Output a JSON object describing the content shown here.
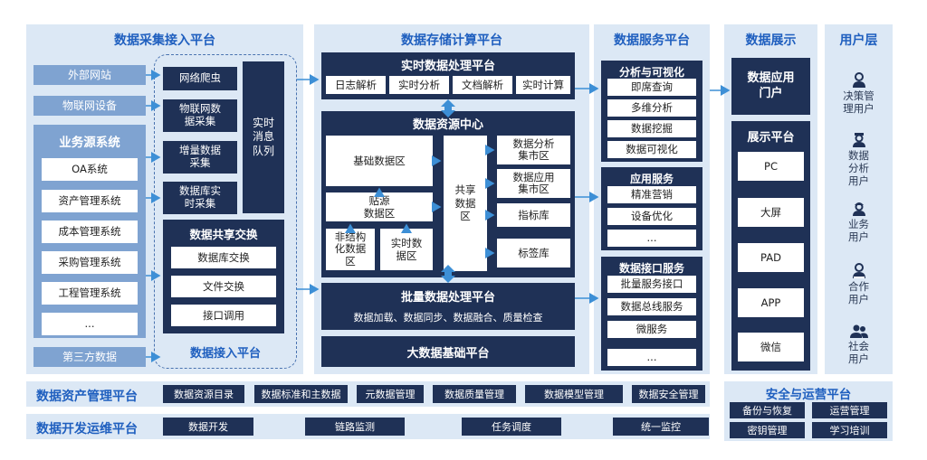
{
  "collection": {
    "title": "数据采集接入平台",
    "sources": [
      "外部网站",
      "物联网设备"
    ],
    "business_title": "业务源系统",
    "business_items": [
      "OA系统",
      "资产管理系统",
      "成本管理系统",
      "采购管理系统",
      "工程管理系统",
      "..."
    ],
    "third_party": "第三方数据",
    "methods": [
      "网络爬虫",
      "物联网数\n据采集",
      "增量数据\n采集",
      "数据库实\n时采集"
    ],
    "queue": "实时\n消息\n队列",
    "exchange_title": "数据共享交换",
    "exchange_items": [
      "数据库交换",
      "文件交换",
      "接口调用"
    ],
    "access_title": "数据接入平台"
  },
  "storage": {
    "title": "数据存储计算平台",
    "realtime_title": "实时数据处理平台",
    "realtime_items": [
      "日志解析",
      "实时分析",
      "文档解析",
      "实时计算"
    ],
    "center_title": "数据资源中心",
    "basic_zone": "基础数据区",
    "source_zone": "贴源\n数据区",
    "unstructured_zone": "非结构\n化数据\n区",
    "realtime_zone": "实时数\n据区",
    "shared_zone": "共享\n数据\n区",
    "marts": [
      "数据分析\n集市区",
      "数据应用\n集市区",
      "指标库",
      "标签库"
    ],
    "batch_title": "批量数据处理平台",
    "batch_desc": "数据加载、数据同步、数据融合、质量检查",
    "base_title": "大数据基础平台"
  },
  "service": {
    "title": "数据服务平台",
    "analysis_title": "分析与可视化",
    "analysis_items": [
      "即席查询",
      "多维分析",
      "数据挖掘",
      "数据可视化"
    ],
    "app_title": "应用服务",
    "app_items": [
      "精准营销",
      "设备优化",
      "..."
    ],
    "api_title": "数据接口服务",
    "api_items": [
      "批量服务接口",
      "数据总线服务",
      "微服务",
      "..."
    ]
  },
  "display": {
    "title": "数据展示",
    "portal": "数据应用\n门户",
    "platform_title": "展示平台",
    "platform_items": [
      "PC",
      "大屏",
      "PAD",
      "APP",
      "微信"
    ]
  },
  "users": {
    "title": "用户层",
    "items": [
      {
        "label": "决策管\n理用户",
        "icon": "decision-user-icon"
      },
      {
        "label": "数据\n分析\n用户",
        "icon": "analyst-user-icon"
      },
      {
        "label": "业务\n用户",
        "icon": "business-user-icon"
      },
      {
        "label": "合作\n用户",
        "icon": "partner-user-icon"
      },
      {
        "label": "社会\n用户",
        "icon": "public-users-icon"
      }
    ]
  },
  "asset": {
    "title": "数据资产管理平台",
    "items": [
      "数据资源目录",
      "数据标准和主数据",
      "元数据管理",
      "数据质量管理",
      "数据模型管理",
      "数据安全管理"
    ]
  },
  "devops": {
    "title": "数据开发运维平台",
    "items": [
      "数据开发",
      "链路监测",
      "任务调度",
      "统一监控"
    ]
  },
  "security": {
    "title": "安全与运营平台",
    "items": [
      "备份与恢复",
      "运营管理",
      "密钥管理",
      "学习培训"
    ]
  },
  "colors": {
    "panel": "#dce8f5",
    "navy": "#1f3156",
    "mid_blue": "#7fa3d1",
    "title_blue": "#1f5fbf",
    "arrow": "#3d8fd6"
  }
}
